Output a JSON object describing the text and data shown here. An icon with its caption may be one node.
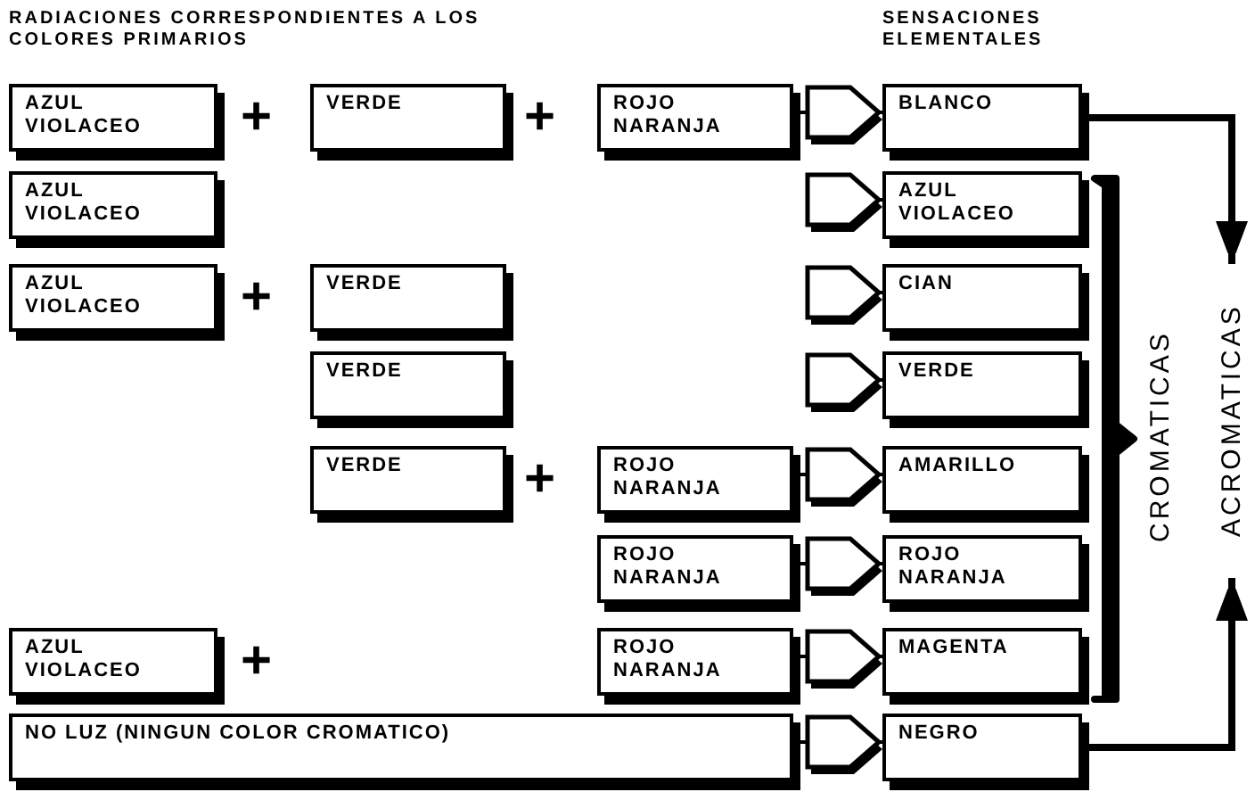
{
  "diagram": {
    "nodes": [
      {
        "text": [
          "AZUL VIOLACEO"
        ]
      },
      {
        "text": [
          "VERDE"
        ]
      },
      {
        "text": [
          "ROJO NARANJA"
        ]
      },
      {
        "text": [
          "BLANCO"
        ]
      },
      {
        "text": [
          "AZUL VIOLACEO"
        ]
      },
      {
        "text": [
          "AZUL VIOLACEO"
        ]
      },
      {
        "text": [
          "AZUL VIOLACEO"
        ]
      },
      {
        "text": [
          "VERDE"
        ]
      },
      {
        "text": [
          "CIAN"
        ]
      },
      {
        "text": [
          "VERDE"
        ]
      },
      {
        "text": [
          "VERDE"
        ]
      },
      {
        "text": [
          "VERDE"
        ]
      },
      {
        "text": [
          "ROJO NARANJA"
        ]
      },
      {
        "text": [
          "AMARILLO"
        ]
      },
      {
        "text": [
          "ROJO NARANJA"
        ]
      },
      {
        "text": [
          "ROJO NARANJA"
        ]
      },
      {
        "text": [
          "AZUL VIOLACEO"
        ]
      },
      {
        "text": [
          "ROJO NARANJA"
        ]
      },
      {
        "text": [
          "MAGENTA"
        ]
      },
      {
        "text": [
          "NO LUZ (NINGUN COLOR CROMATICO)"
        ]
      },
      {
        "text": [
          "NEGRO"
        ]
      },
      {
        "text": [
          "ACROMATICAS"
        ]
      }
    ],
    "edges": [
      {
        "from": 2,
        "to": 3,
        "arrow": "to"
      },
      {
        "from": null,
        "to": 5,
        "arrow": "to"
      },
      {
        "from": null,
        "to": 8,
        "arrow": "to"
      },
      {
        "from": null,
        "to": 10,
        "arrow": "to"
      },
      {
        "from": 12,
        "to": 13,
        "arrow": "to"
      },
      {
        "from": 14,
        "to": 15,
        "arrow": "to"
      },
      {
        "from": 17,
        "to": 18,
        "arrow": "to"
      },
      {
        "from": 19,
        "to": 20,
        "arrow": "to"
      },
      {
        "from": 3,
        "to": 21,
        "arrow": "to",
        "style": "thick"
      },
      {
        "from": 20,
        "to": 21,
        "arrow": "to",
        "style": "thick"
      }
    ],
    "labels": [
      "RADIACIONES CORRESPONDIENTES A LOS COLORES PRIMARIOS",
      "SENSACIONES ELEMENTALES",
      "+",
      "+",
      "+",
      "+",
      "+",
      "CROMATICAS"
    ]
  }
}
